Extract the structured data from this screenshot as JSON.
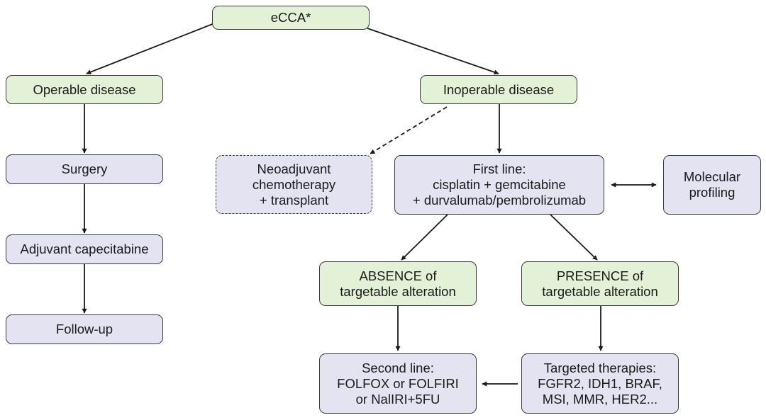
{
  "nodes": {
    "ecca": {
      "lines": [
        "eCCA*"
      ],
      "color": "green"
    },
    "operable": {
      "lines": [
        "Operable disease"
      ],
      "color": "green"
    },
    "inoperable": {
      "lines": [
        "Inoperable disease"
      ],
      "color": "green"
    },
    "surgery": {
      "lines": [
        "Surgery"
      ],
      "color": "purple"
    },
    "adjuvant": {
      "lines": [
        "Adjuvant capecitabine"
      ],
      "color": "purple"
    },
    "followup": {
      "lines": [
        "Follow-up"
      ],
      "color": "purple"
    },
    "neoadjuvant": {
      "lines": [
        "Neoadjuvant",
        "chemotherapy",
        "+ transplant"
      ],
      "color": "purple"
    },
    "firstline": {
      "lines": [
        "First line:",
        "cisplatin + gemcitabine",
        "+ durvalumab/pembrolizumab"
      ],
      "color": "purple"
    },
    "molecular": {
      "lines": [
        "Molecular",
        "profiling"
      ],
      "color": "purple"
    },
    "absence": {
      "lines": [
        "ABSENCE of",
        "targetable alteration"
      ],
      "color": "green"
    },
    "presence": {
      "lines": [
        "PRESENCE of",
        "targetable alteration"
      ],
      "color": "green"
    },
    "secondline": {
      "lines": [
        "Second line:",
        "FOLFOX or FOLFIRI",
        "or NalIRI+5FU"
      ],
      "color": "purple"
    },
    "targeted": {
      "lines": [
        "Targeted therapies:",
        "FGFR2, IDH1, BRAF,",
        "MSI, MMR, HER2..."
      ],
      "color": "purple"
    }
  },
  "edges": [
    {
      "from": "ecca",
      "to": "operable",
      "style": "solid"
    },
    {
      "from": "ecca",
      "to": "inoperable",
      "style": "solid"
    },
    {
      "from": "operable",
      "to": "surgery",
      "style": "solid"
    },
    {
      "from": "surgery",
      "to": "adjuvant",
      "style": "solid"
    },
    {
      "from": "adjuvant",
      "to": "followup",
      "style": "solid"
    },
    {
      "from": "inoperable",
      "to": "neoadjuvant",
      "style": "dashed"
    },
    {
      "from": "inoperable",
      "to": "firstline",
      "style": "solid"
    },
    {
      "from": "firstline",
      "to": "molecular",
      "style": "bidirectional"
    },
    {
      "from": "firstline",
      "to": "absence",
      "style": "solid"
    },
    {
      "from": "firstline",
      "to": "presence",
      "style": "solid"
    },
    {
      "from": "absence",
      "to": "secondline",
      "style": "solid"
    },
    {
      "from": "presence",
      "to": "targeted",
      "style": "solid"
    },
    {
      "from": "targeted",
      "to": "secondline",
      "style": "solid"
    }
  ]
}
